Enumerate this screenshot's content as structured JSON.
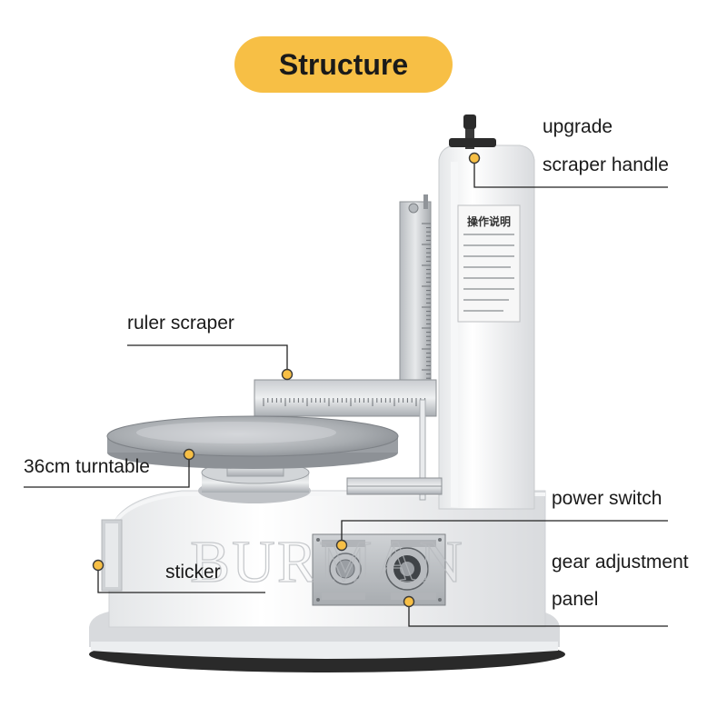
{
  "title": "Structure",
  "labels": {
    "upgrade": "upgrade",
    "scraper_handle": "scraper handle",
    "ruler_scraper": "ruler scraper",
    "turntable": "36cm turntable",
    "power_switch": "power switch",
    "sticker": "sticker",
    "gear_adjustment": "gear adjustment",
    "panel": "panel"
  },
  "sticker_text": {
    "heading": "操作说明"
  },
  "watermark": "BURMAN",
  "colors": {
    "title_pill": "#f7bf45",
    "marker_dot": "#f7bf45",
    "leader_line": "#222222"
  }
}
